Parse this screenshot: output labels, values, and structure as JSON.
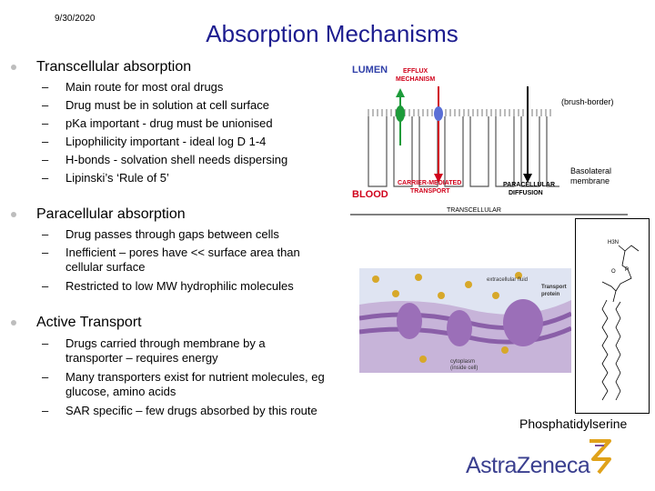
{
  "slide": {
    "date": "9/30/2020",
    "title": "Absorption Mechanisms"
  },
  "sections": [
    {
      "heading": "Transcellular absorption",
      "items": [
        "Main route for most oral drugs",
        "Drug must be in solution at cell surface",
        "pKa important - drug must be unionised",
        "Lipophilicity important - ideal log D 1-4",
        "H-bonds - solvation shell needs dispersing",
        "Lipinski’s ‘Rule of 5’"
      ]
    },
    {
      "heading": "Paracellular absorption",
      "items": [
        "Drug passes through gaps between cells",
        "Inefficient – pores have << surface area than cellular surface",
        "Restricted to low MW hydrophilic molecules"
      ]
    },
    {
      "heading": "Active Transport",
      "items": [
        "Drugs carried through membrane by a transporter – requires energy",
        "Many transporters exist for nutrient molecules, eg glucose, amino acids",
        "SAR specific – few drugs absorbed by this route"
      ]
    }
  ],
  "diagram": {
    "lumen": "LUMEN",
    "efflux_1": "EFFLUX",
    "efflux_2": "MECHANISM",
    "brush": "(brush-border)",
    "basolateral_1": "Basolateral",
    "basolateral_2": "membrane",
    "paracellular_1": "PARACELLULAR",
    "paracellular_2": "DIFFUSION",
    "carrier_1": "CARRIER-MEDIATED",
    "carrier_2": "TRANSPORT",
    "blood": "BLOOD",
    "transcellular": "TRANSCELLULAR",
    "colors": {
      "label_red": "#d0021b",
      "label_blue": "#2f3fa8",
      "efflux_green": "#1d9b3a",
      "carrier_blue": "#5a6fd6"
    }
  },
  "membrane_fig": {
    "extracellular": "extracellular fluid",
    "transport_1": "Transport",
    "transport_2": "protein",
    "cytoplasm_1": "cytoplasm",
    "cytoplasm_2": "(inside cell)"
  },
  "molecule": {
    "label_h3n": "H3N",
    "label_o": "O",
    "label_p": "P",
    "caption": "Phosphatidylserine"
  },
  "logo": {
    "text": "AstraZeneca"
  }
}
